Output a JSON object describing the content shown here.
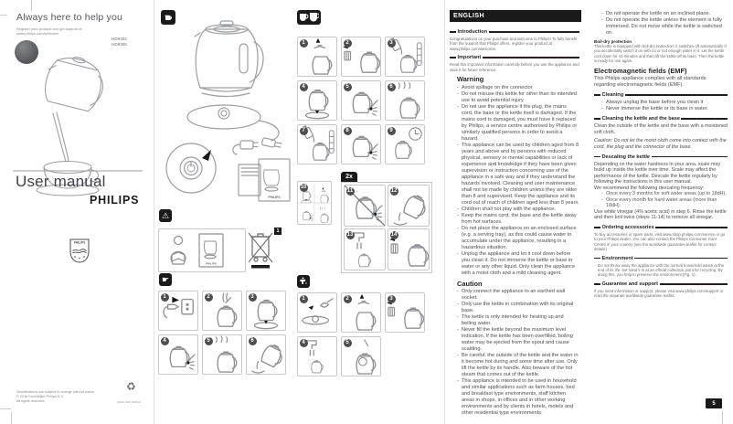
{
  "cover": {
    "tagline": "Always here to help you",
    "register_line1": "Register your product and get support at",
    "register_line2": "www.philips.com/welcome",
    "models": [
      "HD9302",
      "HD9305"
    ],
    "title": "User manual",
    "brand": "PHILIPS",
    "shield_brand": "PHILIPS",
    "footer_lines": [
      "Specifications are subject to change without notice",
      "© 2016 Koninklijke Philips N.V.",
      "All rights reserved."
    ],
    "doc_code": "4240 002 00012",
    "recycle_symbol": "♻"
  },
  "panel_a": {
    "booklet_brand": "PHILIPS",
    "fig_label": "1",
    "warning_glyph": "⚠",
    "hand_glyph": "☛",
    "steps": [
      {
        "n": "1",
        "icon": "plug"
      },
      {
        "n": "2",
        "icon": "fill"
      },
      {
        "n": "3",
        "icon": "base"
      },
      {
        "n": "4",
        "icon": "press"
      },
      {
        "n": "5",
        "icon": "boil"
      },
      {
        "n": "6",
        "icon": "pour"
      }
    ]
  },
  "panel_b": {
    "multiplier_label": "2x",
    "step10_n": "10",
    "descale_steps": [
      {
        "n": "1",
        "icon": "lid"
      },
      {
        "n": "2",
        "icon": "filter"
      },
      {
        "n": "3",
        "icon": "vinegar"
      },
      {
        "n": "4",
        "icon": "base"
      },
      {
        "n": "5",
        "icon": "press"
      },
      {
        "n": "6",
        "icon": "boil"
      },
      {
        "n": "7",
        "icon": "vinegar"
      },
      {
        "n": "8",
        "icon": "press"
      },
      {
        "n": "9",
        "icon": "clock"
      }
    ],
    "boxed_steps": [
      {
        "n": "11",
        "icon": "press"
      },
      {
        "n": "12",
        "icon": "pour"
      },
      {
        "n": "13",
        "icon": "rinse"
      },
      {
        "n": "14",
        "icon": "filter"
      }
    ],
    "cleaning_steps": [
      {
        "n": "1",
        "icon": "cloth"
      },
      {
        "n": "2",
        "icon": "lid"
      },
      {
        "n": "3",
        "icon": "filter"
      },
      {
        "n": "4",
        "icon": "rinse"
      },
      {
        "n": "5",
        "icon": "scrub"
      }
    ]
  },
  "english": {
    "lang_label": "ENGLISH",
    "intro": {
      "title": "Introduction",
      "body": "Congratulations on your purchase and welcome to Philips! To fully benefit from the support that Philips offers, register your product at www.philips.com/welcome."
    },
    "important": {
      "title": "Important",
      "body": "Read this important information carefully before you use the appliance and save it for future reference."
    },
    "warning": {
      "title": "Warning",
      "items": [
        "Avoid spillage on the connector",
        "Do not misuse this kettle for other than its intended use to avoid potential injury",
        "Do not use the appliance if the plug, the mains cord, the base or the kettle itself is damaged. If the mains cord is damaged, you must have it replaced by Philips, a service centre authorised by Philips or similarly qualified persons in order to avoid a hazard.",
        "This appliance can be used by children aged from 8 years and above and by persons with reduced physical, sensory or mental capabilities or lack of experience and knowledge if they have been given supervision or instruction concerning use of the appliance in a safe way and if they understand the hazards involved. Cleaning and user maintenance shall not be made by children unless they are older than 8 and supervised. Keep the appliance and its cord out of reach of children aged less than 8 years.",
        "Children shall not play with the appliance.",
        "Keep the mains cord, the base and the kettle away from hot surfaces.",
        "Do not place the appliance on an enclosed surface (e.g. a serving tray), as this could cause water to accumulate under the appliance, resulting in a hazardous situation.",
        "Unplug the appliance and let it cool down before you clean it. Do not immerse the kettle or base in water or any other liquid. Only clean the appliance with a moist cloth and a mild cleaning agent."
      ]
    },
    "caution": {
      "title": "Caution",
      "items": [
        "Only connect the appliance to an earthed wall socket.",
        "Only use the kettle in combination with its original base.",
        "The kettle is only intended for heating up and boiling water.",
        "Never fill the kettle beyond the maximum level indication. If the kettle has been overfilled, boiling water may be ejected from the spout and cause scalding.",
        "Be careful: the outside of the kettle and the water in it become hot during and some time after use. Only lift the kettle by its handle. Also beware of the hot steam that comes out of the kettle.",
        "This appliance is intended to be used in household and similar applications such as farm houses, bed and breakfast type environments, staff kitchen areas in shops, in offices and in other working environments and by clients in hotels, motels and other residential type environments."
      ]
    },
    "caution_cont": {
      "items": [
        "Do not operate the kettle on an inclined plane.",
        "Do not operate the kettle unless the element is fully immersed. Do not move while the kettle is switched on."
      ]
    },
    "boil_dry": {
      "title": "Boil-dry protection",
      "body": "This kettle is equipped with boil-dry protection: it switches off automatically if you accidentally switch it on with no or not enough water in it. Let the kettle cool down for 10 minutes and then lift the kettle off its base. Then the kettle is ready for use again."
    },
    "emf": {
      "title": "Electromagnetic fields (EMF)",
      "body": "This Philips appliance complies with all standards regarding electromagnetic fields (EMF)."
    },
    "cleaning": {
      "title": "Cleaning",
      "items": [
        "Always unplug the base before you clean it",
        "Never immerse the kettle or its base in water."
      ]
    },
    "cleaning_kb": {
      "title": "Cleaning the kettle and the base",
      "body": "Clean the outside of the kettle and the base with a moistened soft cloth.",
      "caution": "Caution: Do not let the moist cloth come into contact with the cord, the plug and the connector of the base."
    },
    "descaling": {
      "title": "Descaling the kettle",
      "body": "Depending on the water hardness in your area, scale may build up inside the kettle over time. Scale may affect the performance of the kettle. Descale the kettle regularly by following the instructions in this user manual.",
      "freq_intro": "We recommend the following descaling frequency:",
      "items": [
        "Once every 3 months for soft water areas (up to 18dH).",
        "Once every month for hard water areas (more than 18dH)."
      ],
      "footer": "Use white vinegar (4% acetic acid) in step 6. Rinse the kettle and then boil twice (steps 11-14) to remove all vinegar."
    },
    "ordering": {
      "title": "Ordering accessories",
      "body": "To buy accessories or spare parts, visit www.shop.philips.com/service or go to your Philips dealer. You can also contact the Philips Consumer Care Centre in your country (see the worldwide guarantee leaflet for contact details)."
    },
    "environment": {
      "title": "Environment",
      "body": "Do not throw away the appliance with the normal household waste at the end of its life, but hand it in at an official collection point for recycling. By doing this, you help to preserve the environment (Fig. 1)."
    },
    "guarantee": {
      "title": "Guarantee and support",
      "body": "If you need information or support, please visit www.philips.com/support or read the separate worldwide guarantee leaflet."
    },
    "page_badge": "5"
  }
}
